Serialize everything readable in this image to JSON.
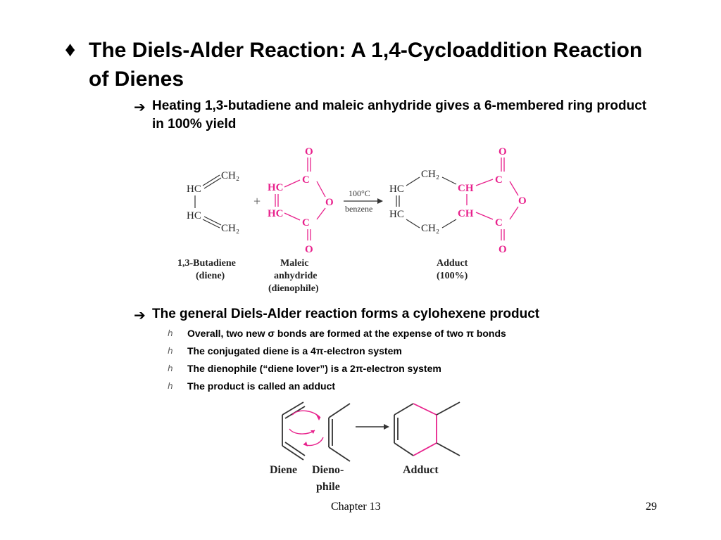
{
  "title": {
    "bullet": "♦",
    "text": "The Diels-Alder Reaction: A 1,4-Cycloaddition Reaction of Dienes"
  },
  "section1": {
    "arrow": "➔",
    "text": "Heating 1,3-butadiene and maleic anhydride gives a 6-membered ring product in 100% yield"
  },
  "reaction": {
    "diene": {
      "hc_top": "HC",
      "hc_bottom": "HC",
      "ch2_top": "CH₂",
      "ch2_bottom": "CH₂",
      "label_line1": "1,3-Butadiene",
      "label_line2": "(diene)"
    },
    "plus": "+",
    "dienophile": {
      "o_top": "O",
      "c_top": "C",
      "hc_top": "HC",
      "o_ring": "O",
      "hc_bottom": "HC",
      "c_bottom": "C",
      "o_bottom": "O",
      "label_line1": "Maleic",
      "label_line2": "anhydride",
      "label_line3": "(dienophile)"
    },
    "condition_top": "100°C",
    "condition_bottom": "benzene",
    "adduct": {
      "o_top": "O",
      "c_top": "C",
      "ch2_top": "CH₂",
      "hc_top": "HC",
      "ch_top": "CH",
      "o_ring": "O",
      "hc_bottom": "HC",
      "ch_bottom": "CH",
      "ch2_bottom": "CH₂",
      "c_bottom": "C",
      "o_bottom": "O",
      "label_line1": "Adduct",
      "label_line2": "(100%)"
    }
  },
  "section2": {
    "arrow": "➔",
    "text": "The general Diels-Alder reaction forms a cylohexene product",
    "bullet_glyph": "ℎ",
    "bullets": [
      "Overall, two new σ bonds are formed at the expense of two π bonds",
      "The conjugated diene is a 4π-electron system",
      "The dienophile (“diene lover”) is a 2π-electron system",
      "The product is called an adduct"
    ]
  },
  "scheme": {
    "diene": "Diene",
    "dienophile_line1": "Dieno-",
    "dienophile_line2": "phile",
    "adduct": "Adduct"
  },
  "footer": {
    "chapter": "Chapter 13",
    "page": "29"
  },
  "colors": {
    "magenta": "#e8218c",
    "text": "#000000"
  }
}
